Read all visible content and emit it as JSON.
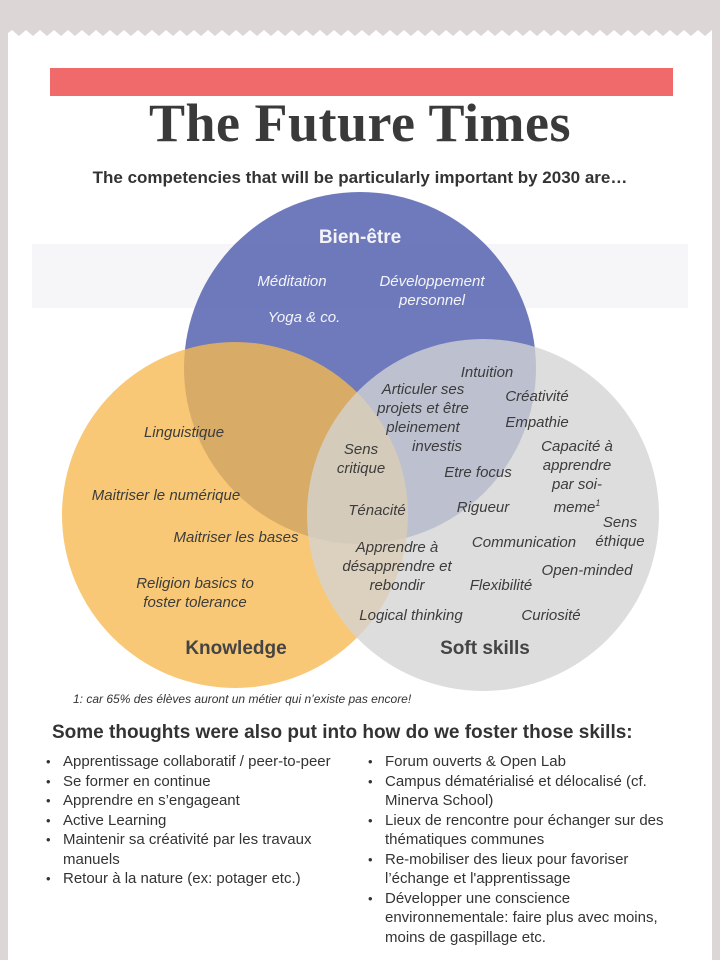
{
  "title": "The Future Times",
  "subtitle": "The competencies that will be particularly important by 2030 are…",
  "colors": {
    "accent_bar": "#f06a6c",
    "bien_etre": "#5e6bb4",
    "knowledge": "#f6b94f",
    "soft_skills": "#d4d4d4"
  },
  "diagram": {
    "circles": {
      "bien_etre": "Bien-être",
      "knowledge": "Knowledge",
      "soft_skills": "Soft skills"
    },
    "bien_etre_items": {
      "meditation": "Méditation",
      "developpement_1": "Développement",
      "developpement_2": "personnel",
      "yoga": "Yoga & co."
    },
    "knowledge_items": {
      "linguistique": "Linguistique",
      "numerique": "Maitriser le numérique",
      "bases": "Maitriser les bases",
      "religion_1": "Religion basics to",
      "religion_2": "foster tolerance"
    },
    "overlap_items": {
      "articuler_1": "Articuler ses",
      "articuler_2": "projets et être",
      "articuler_3": "pleinement",
      "articuler_4": "investis",
      "sens_critique_1": "Sens",
      "sens_critique_2": "critique",
      "tenacite": "Ténacité",
      "apprendre_1": "Apprendre à",
      "apprendre_2": "désapprendre et",
      "apprendre_3": "rebondir",
      "logical": "Logical thinking"
    },
    "soft_skill_items": {
      "intuition": "Intuition",
      "creativite": "Créativité",
      "empathie": "Empathie",
      "capacite_1": "Capacité à",
      "capacite_2": "apprendre",
      "capacite_3": "par soi-",
      "capacite_4": "meme",
      "capacite_sup": "1",
      "etre_focus": "Etre focus",
      "rigueur": "Rigueur",
      "sens_ethique_1": "Sens",
      "sens_ethique_2": "éthique",
      "communication": "Communication",
      "open_minded": "Open-minded",
      "flexibilite": "Flexibilité",
      "curiosite": "Curiosité"
    }
  },
  "footnote": "1: car 65% des élèves auront un métier qui n’existe pas encore!",
  "foster_heading": "Some thoughts were also put into how do we foster those skills:",
  "foster_left": [
    "Apprentissage collaboratif / peer-to-peer",
    "Se former en continue",
    "Apprendre en s’engageant",
    "Active Learning",
    "Maintenir sa créativité par les travaux manuels",
    "Retour à la nature (ex: potager etc.)"
  ],
  "foster_right": [
    "Forum ouverts & Open Lab",
    "Campus dématérialisé et délocalisé (cf. Minerva School)",
    "Lieux de rencontre pour échanger sur des thématiques communes",
    "Re-mobiliser des lieux pour favoriser l’échange et l'apprentissage",
    "Développer une conscience environnementale: faire plus avec moins, moins de gaspillage etc."
  ]
}
